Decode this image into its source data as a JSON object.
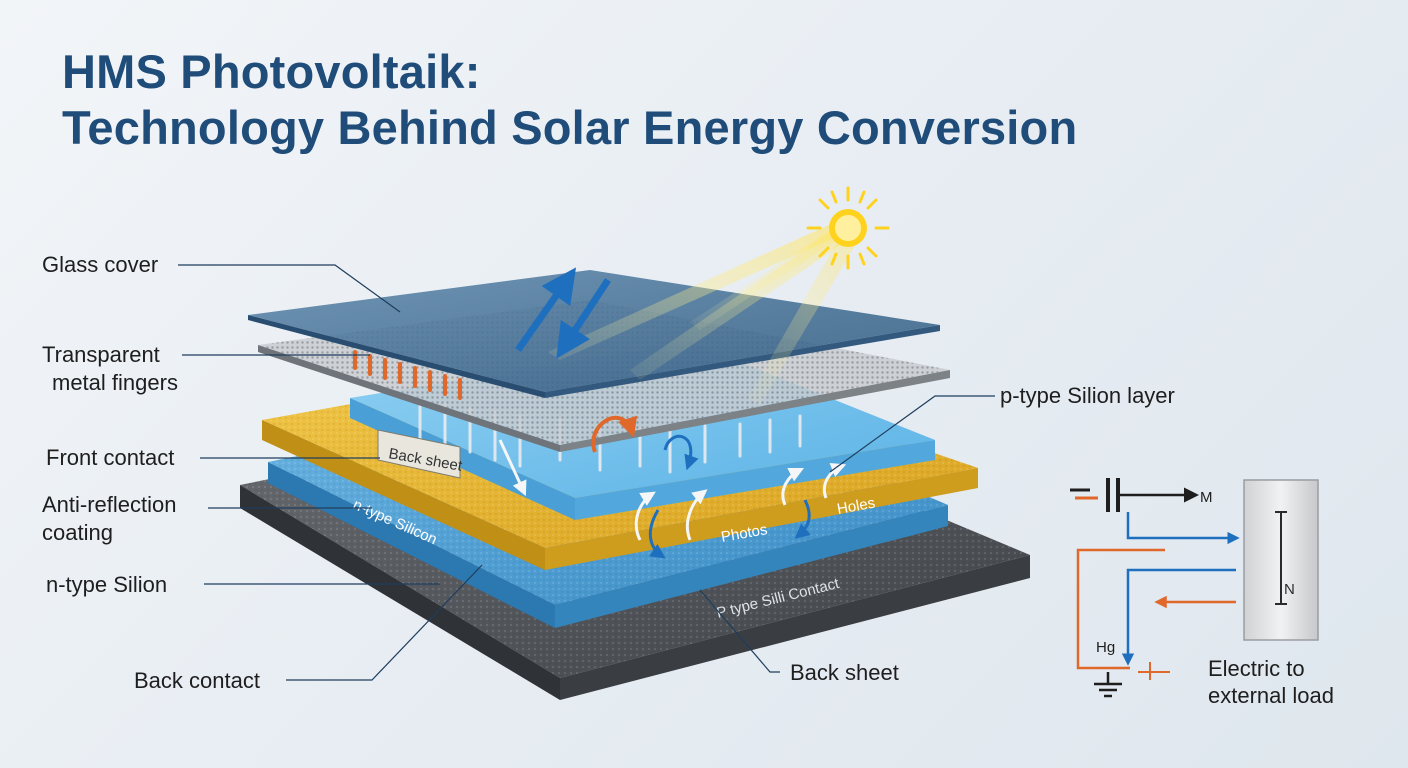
{
  "title": {
    "line1": "HMS Photovoltaik:",
    "line2": "Technology Behind Solar Energy Conversion"
  },
  "callouts": {
    "glass_cover": "Glass cover",
    "transparent_line1": "Transparent",
    "transparent_line2": "metal fingers",
    "front_contact": "Front contact",
    "antireflection_line1": "Anti-reflection",
    "antireflection_line2": "coating",
    "ntype_silion": "n-type Silion",
    "back_contact": "Back contact",
    "ptype_layer": "p-type Silion layer",
    "back_sheet": "Back sheet",
    "electric_line1": "Electric to",
    "electric_line2": "external load"
  },
  "in_diagram_labels": {
    "back_sheet_tag": "Back sheet",
    "ntype_silicon": "n-type Silicon",
    "photos": "Photos",
    "holes": "Holes",
    "ptype_contact": "P type Silli Contact"
  },
  "circuit_labels": {
    "m": "M",
    "n": "N",
    "hg": "Hg"
  },
  "colors": {
    "title": "#1f4c78",
    "glass": "#3e6a92",
    "yellow_layer": "#e7b52a",
    "blue_layer": "#4b9ed3",
    "dark_base": "#4b4f55",
    "arrow_blue": "#1f6fbf",
    "arrow_orange": "#e0682a",
    "sun": "#ffd21e"
  },
  "icons": [
    "sun-icon",
    "battery-icon",
    "ground-icon"
  ]
}
